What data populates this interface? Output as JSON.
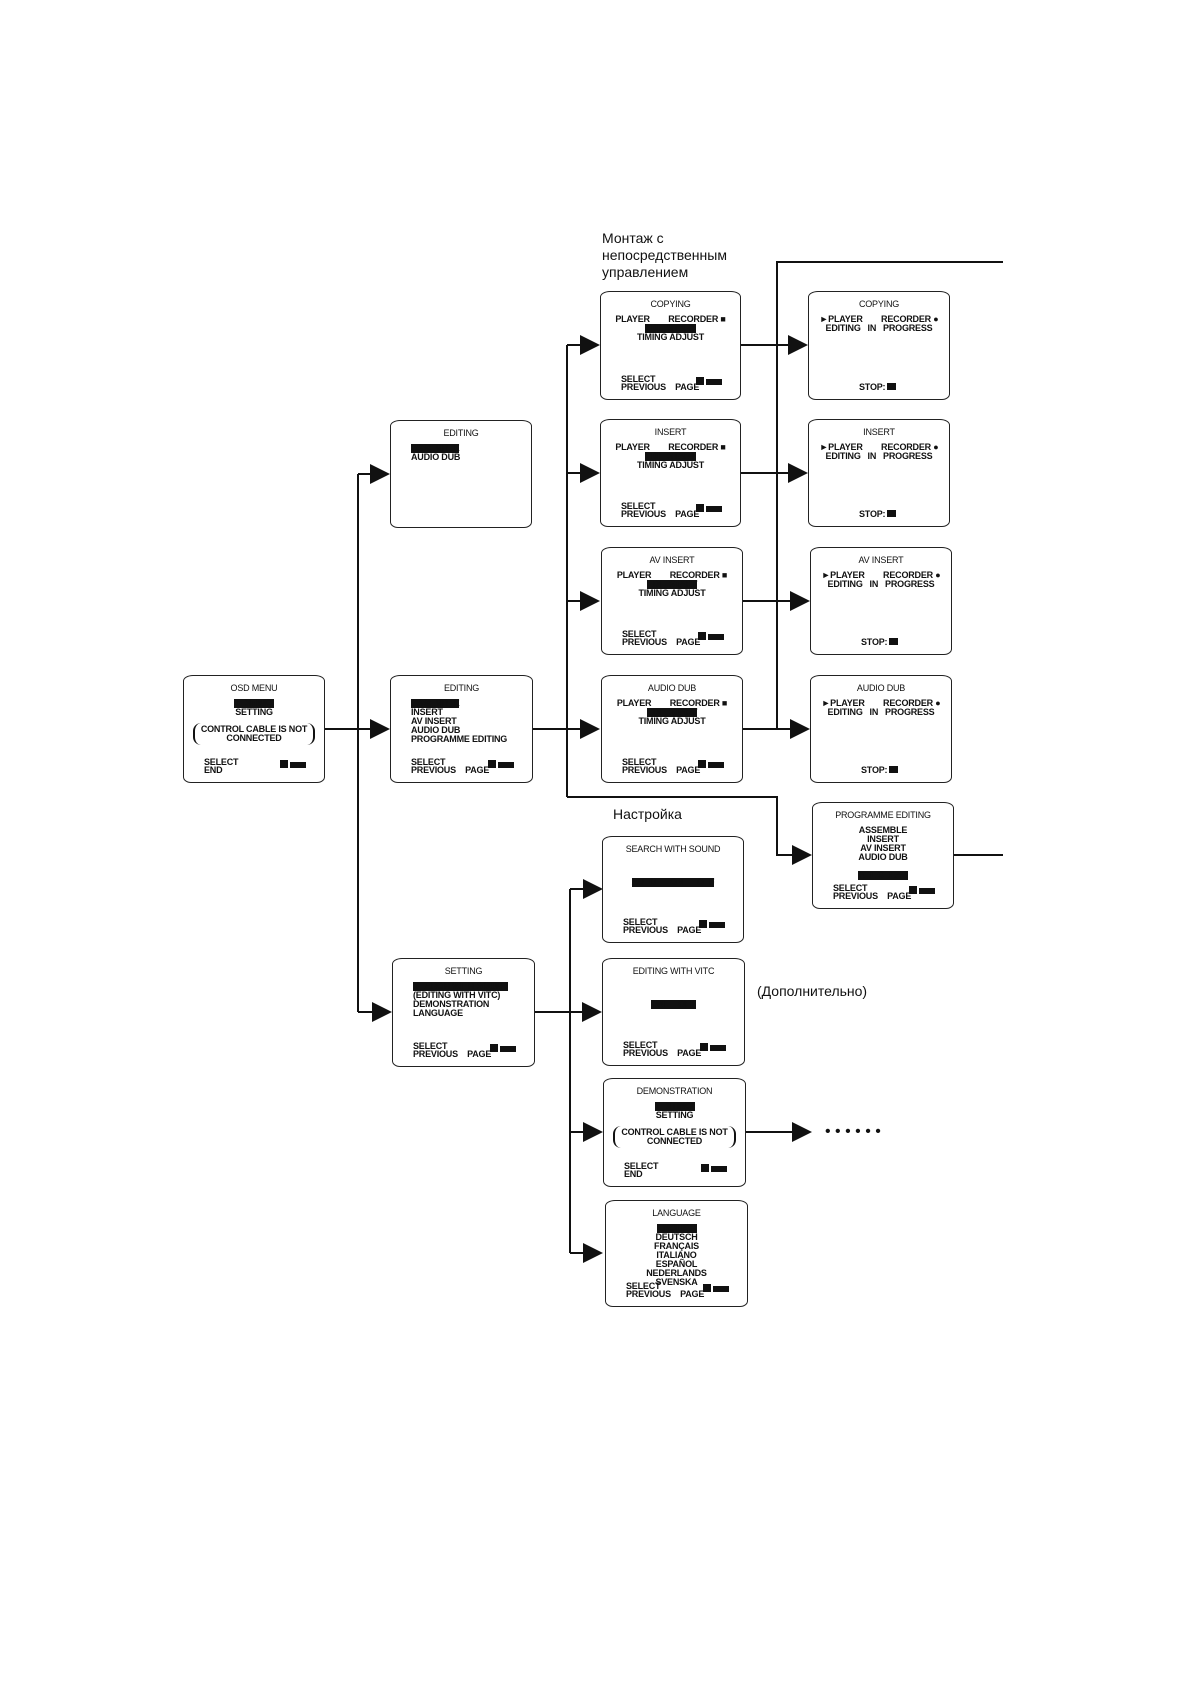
{
  "labels": {
    "direct_editing": "Монтаж с\nнепосредственным\nуправлением",
    "setup": "Настройка",
    "optional": "(Дополнительно)",
    "continuation": "• • • • • •"
  },
  "screens": {
    "osd_menu": {
      "title": "OSD MENU",
      "lines": [
        "EDITING",
        "SETTING"
      ],
      "highlight": 0,
      "note": [
        "CONTROL CABLE IS NOT",
        "CONNECTED"
      ],
      "footer": [
        "SELECT",
        "END"
      ]
    },
    "editing_short": {
      "title": "EDITING",
      "lines": [
        "ASSEMBLE",
        "AUDIO DUB"
      ],
      "highlight": 0
    },
    "editing": {
      "title": "EDITING",
      "lines": [
        "ASSEMBLE",
        "INSERT",
        "AV INSERT",
        "AUDIO DUB",
        "PROGRAMME EDITING"
      ],
      "highlight": 0,
      "footer": [
        "SELECT",
        "PREVIOUS    PAGE"
      ]
    },
    "setting": {
      "title": "SETTING",
      "lines": [
        "SEARCH WITH SOUND",
        "(EDITING WITH VITC)",
        "DEMONSTRATION",
        "LANGUAGE"
      ],
      "highlight": 0,
      "footer": [
        "SELECT",
        "PREVIOUS    PAGE"
      ]
    },
    "copying": {
      "title": "COPYING",
      "lines": [
        "PLAYER        RECORDER ■",
        "EDIT START",
        "TIMING ADJUST"
      ],
      "highlight": 1,
      "footer": [
        "SELECT",
        "PREVIOUS    PAGE"
      ]
    },
    "insert": {
      "title": "INSERT",
      "lines": [
        "PLAYER        RECORDER ■",
        "EDIT START",
        "TIMING ADJUST"
      ],
      "highlight": 1,
      "footer": [
        "SELECT",
        "PREVIOUS    PAGE"
      ]
    },
    "av_insert": {
      "title": "AV INSERT",
      "lines": [
        "PLAYER        RECORDER ■",
        "EDIT START",
        "TIMING ADJUST"
      ],
      "highlight": 1,
      "footer": [
        "SELECT",
        "PREVIOUS    PAGE"
      ]
    },
    "audio_dub": {
      "title": "AUDIO DUB",
      "lines": [
        "PLAYER        RECORDER ■",
        "EDIT START",
        "TIMING ADJUST"
      ],
      "highlight": 1,
      "footer": [
        "SELECT",
        "PREVIOUS    PAGE"
      ]
    },
    "copying_progress": {
      "title": "COPYING",
      "lines": [
        "►PLAYER        RECORDER ●",
        "EDITING   IN   PROGRESS"
      ],
      "footer": [
        "STOP:"
      ]
    },
    "insert_progress": {
      "title": "INSERT",
      "lines": [
        "►PLAYER        RECORDER ●",
        "EDITING   IN   PROGRESS"
      ],
      "footer": [
        "STOP:"
      ]
    },
    "av_insert_progress": {
      "title": "AV INSERT",
      "lines": [
        "►PLAYER        RECORDER ●",
        "EDITING   IN   PROGRESS"
      ],
      "footer": [
        "STOP:"
      ]
    },
    "audio_dub_progress": {
      "title": "AUDIO DUB",
      "lines": [
        "►PLAYER        RECORDER ●",
        "EDITING   IN   PROGRESS"
      ],
      "footer": [
        "STOP:"
      ]
    },
    "programme_editing": {
      "title": "PROGRAMME EDITING",
      "lines": [
        "ASSEMBLE",
        "INSERT",
        "AV INSERT",
        "AUDIO DUB",
        "",
        "ALL CLEAR"
      ],
      "highlight": 5,
      "footer": [
        "SELECT",
        "PREVIOUS    PAGE"
      ]
    },
    "search_with_sound": {
      "title": "SEARCH WITH SOUND",
      "lines": [
        "",
        "",
        "AUTO      ON      OFF"
      ],
      "highlight": 2,
      "footer": [
        "SELECT",
        "PREVIOUS    PAGE"
      ]
    },
    "editing_with_vitc": {
      "title": "EDITING WITH VITC",
      "lines": [
        "",
        "",
        "ON      OFF"
      ],
      "highlight": 2,
      "footer": [
        "SELECT",
        "PREVIOUS    PAGE"
      ]
    },
    "demonstration": {
      "title": "DEMONSTRATION",
      "lines": [
        "EDITING",
        "SETTING"
      ],
      "highlight": 0,
      "note": [
        "CONTROL CABLE IS NOT",
        "CONNECTED"
      ],
      "footer": [
        "SELECT",
        "END"
      ]
    },
    "language": {
      "title": "LANGUAGE",
      "lines": [
        "ENGLISH",
        "DEUTSCH",
        "FRANÇAIS",
        "ITALIANO",
        "ESPAÑOL",
        "NEDERLANDS",
        "SVENSKA"
      ],
      "highlight": 0,
      "footer": [
        "SELECT",
        "PREVIOUS    PAGE"
      ]
    }
  }
}
